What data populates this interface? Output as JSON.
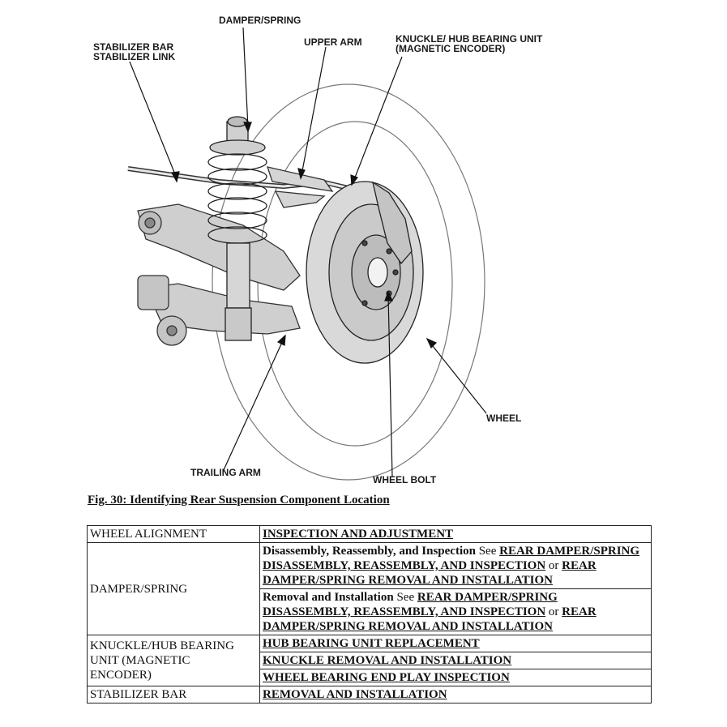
{
  "figure": {
    "callouts": {
      "damper_spring": "DAMPER/SPRING",
      "stabilizer_bar": "STABILIZER BAR",
      "stabilizer_link": "STABILIZER LINK",
      "upper_arm": "UPPER ARM",
      "knuckle_line1": "KNUCKLE/ HUB BEARING UNIT",
      "knuckle_line2": "(MAGNETIC ENCODER)",
      "wheel": "WHEEL",
      "trailing_arm": "TRAILING ARM",
      "wheel_bolt": "WHEEL BOLT"
    }
  },
  "caption": "Fig. 30: Identifying Rear Suspension Component Location",
  "table": {
    "rows": {
      "wheel_alignment": {
        "category": "WHEEL ALIGNMENT",
        "link": "INSPECTION AND ADJUSTMENT"
      },
      "damper_spring": {
        "category": "DAMPER/SPRING",
        "disassembly": {
          "label": "Disassembly, Reassembly, and Inspection",
          "see": "See",
          "link1": "REAR DAMPER/SPRING DISASSEMBLY, REASSEMBLY, AND INSPECTION",
          "or": "or",
          "link2": "REAR DAMPER/SPRING REMOVAL AND INSTALLATION"
        },
        "removal": {
          "label": "Removal and Installation",
          "see": "See",
          "link1": "REAR DAMPER/SPRING DISASSEMBLY, REASSEMBLY, AND INSPECTION",
          "or": "or",
          "link2": "REAR DAMPER/SPRING REMOVAL AND INSTALLATION"
        }
      },
      "knuckle": {
        "category_line1": "KNUCKLE/HUB BEARING",
        "category_line2": "UNIT (MAGNETIC",
        "category_line3": "ENCODER)",
        "link1": "HUB BEARING UNIT REPLACEMENT",
        "link2": "KNUCKLE REMOVAL AND INSTALLATION",
        "link3": "WHEEL BEARING END PLAY INSPECTION"
      },
      "stabilizer_bar": {
        "category": "STABILIZER BAR",
        "link": "REMOVAL AND INSTALLATION"
      }
    }
  }
}
